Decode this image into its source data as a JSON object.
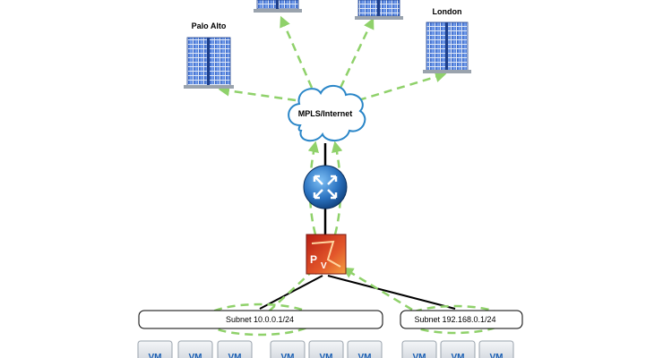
{
  "sites": [
    {
      "label": "Palo Alto"
    },
    {
      "label": ""
    },
    {
      "label": ""
    },
    {
      "label": "London"
    }
  ],
  "cloud": {
    "label": "MPLS/Internet"
  },
  "subnets": [
    {
      "label": "Subnet 10.0.0.1/24"
    },
    {
      "label": "Subnet 192.168.0.1/24"
    }
  ],
  "vm_label": "VM",
  "colors": {
    "flow": "#8fd16a",
    "link": "#000000",
    "cloud_stroke": "#2a86c8",
    "router": "#1b5fa8",
    "firewall": "#d9441c",
    "building": "#3b6fd6"
  },
  "icons": {
    "building": "building-icon",
    "cloud": "cloud-icon",
    "router": "router-icon",
    "firewall": "firewall-icon",
    "vm": "vm-icon"
  }
}
